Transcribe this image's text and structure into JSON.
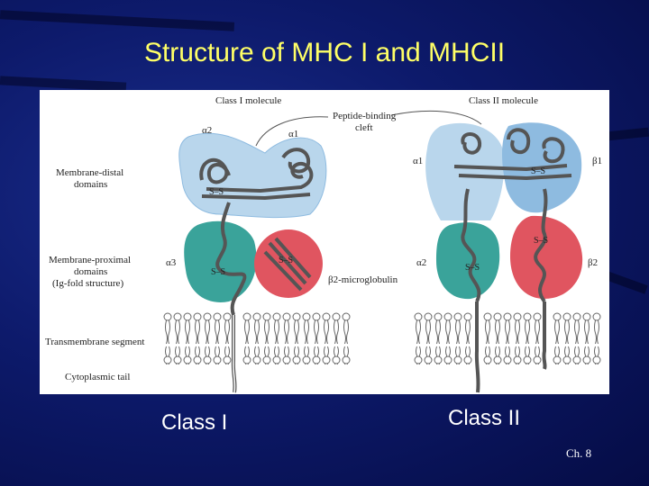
{
  "slide": {
    "title": "Structure of MHC I and MHCII",
    "caption_left": "Class I",
    "caption_right": "Class II",
    "chapter": "Ch. 8"
  },
  "diagram": {
    "class1_title": "Class I molecule",
    "class2_title": "Class II molecule",
    "peptide_label_1": "Peptide-binding",
    "peptide_label_2": "cleft",
    "distal_label_1": "Membrane-distal",
    "distal_label_2": "domains",
    "proximal_label_1": "Membrane-proximal",
    "proximal_label_2": "domains",
    "proximal_label_3": "(Ig-fold structure)",
    "transmembrane_label": "Transmembrane segment",
    "cytoplasmic_label": "Cytoplasmic tail",
    "c1_alpha2": "α2",
    "c1_alpha1": "α1",
    "c1_alpha3": "α3",
    "b2m_label": "β2-microglobulin",
    "c2_alpha1": "α1",
    "c2_beta1": "β1",
    "c2_alpha2": "α2",
    "c2_beta2": "β2",
    "disulfide": "S–S"
  },
  "colors": {
    "distal_domain": "#b9d6ec",
    "distal_domain_dark": "#8ebbe0",
    "proximal_teal": "#3aa39a",
    "b2m_red": "#e05560",
    "title_yellow": "#ffff66"
  }
}
